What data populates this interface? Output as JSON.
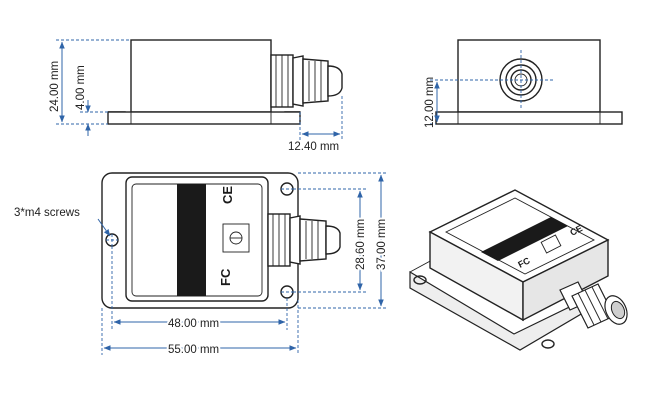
{
  "labels": {
    "side_height": "24.00 mm",
    "side_flange": "4.00 mm",
    "gland_length": "12.40 mm",
    "end_center_height": "12.00 mm",
    "screws": "3*m4 screws",
    "hole_spacing_x": "48.00 mm",
    "overall_width": "55.00 mm",
    "hole_spacing_y": "28.60 mm",
    "overall_depth": "37.00 mm",
    "ce_mark": "CE",
    "fc_mark": "FC"
  },
  "colors": {
    "dimension": "#2f64a8",
    "outline": "#222222",
    "label_dark": "#1a1a1a"
  }
}
